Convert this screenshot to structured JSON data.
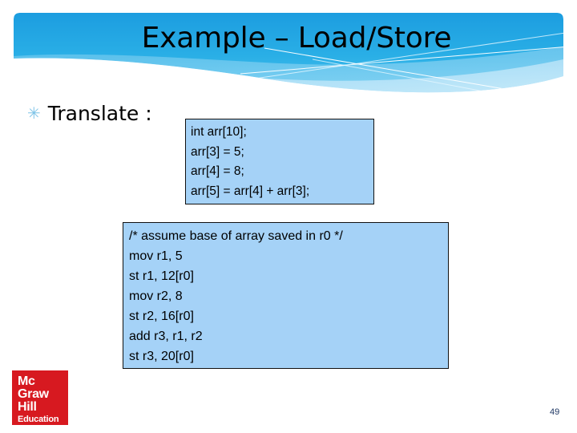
{
  "slide": {
    "title": "Example – Load/Store",
    "number": "49"
  },
  "body": {
    "bullet_glyph": "✳",
    "bullet_label": "Translate :"
  },
  "code_boxes": [
    {
      "name": "c-source-code",
      "lines": [
        "int arr[10];",
        "arr[3] = 5;",
        "arr[4] = 8;",
        "arr[5] = arr[4] + arr[3];"
      ]
    },
    {
      "name": "assembly-code",
      "lines": [
        "/* assume base of array saved in r0 */",
        "mov r1, 5",
        "st r1, 12[r0]",
        "mov r2, 8",
        "st r2, 16[r0]",
        "add r3, r1, r2",
        "st r3, 20[r0]"
      ]
    }
  ],
  "logo": {
    "line1": "Mc",
    "line2": "Graw",
    "line3": "Hill",
    "line4": "Education"
  },
  "colors": {
    "banner_blue": "#1FA0DC",
    "code_box_fill": "#A5D2F7",
    "bullet_blue": "#7FC4E8",
    "logo_red": "#D71920",
    "slide_number": "#1F3864"
  }
}
